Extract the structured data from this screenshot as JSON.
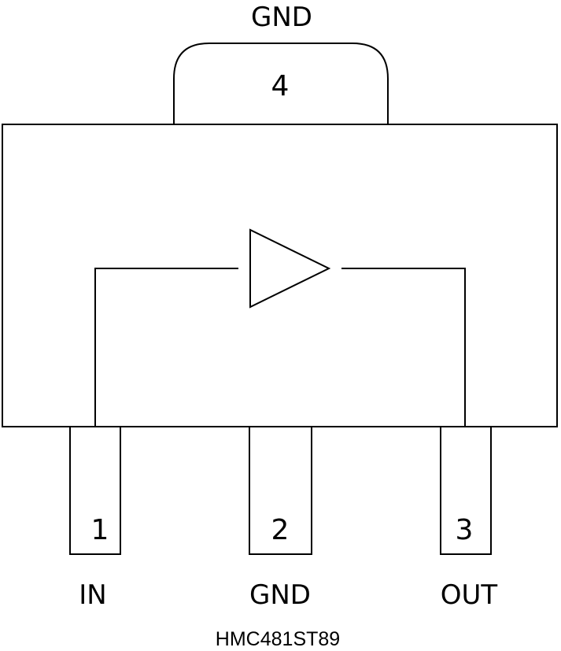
{
  "tab": {
    "label": "GND",
    "number": "4"
  },
  "pins": [
    {
      "number": "1",
      "label": "IN"
    },
    {
      "number": "2",
      "label": "GND"
    },
    {
      "number": "3",
      "label": "OUT"
    }
  ],
  "part_number": "HMC481ST89",
  "colors": {
    "line": "#000000",
    "background": "#ffffff"
  }
}
